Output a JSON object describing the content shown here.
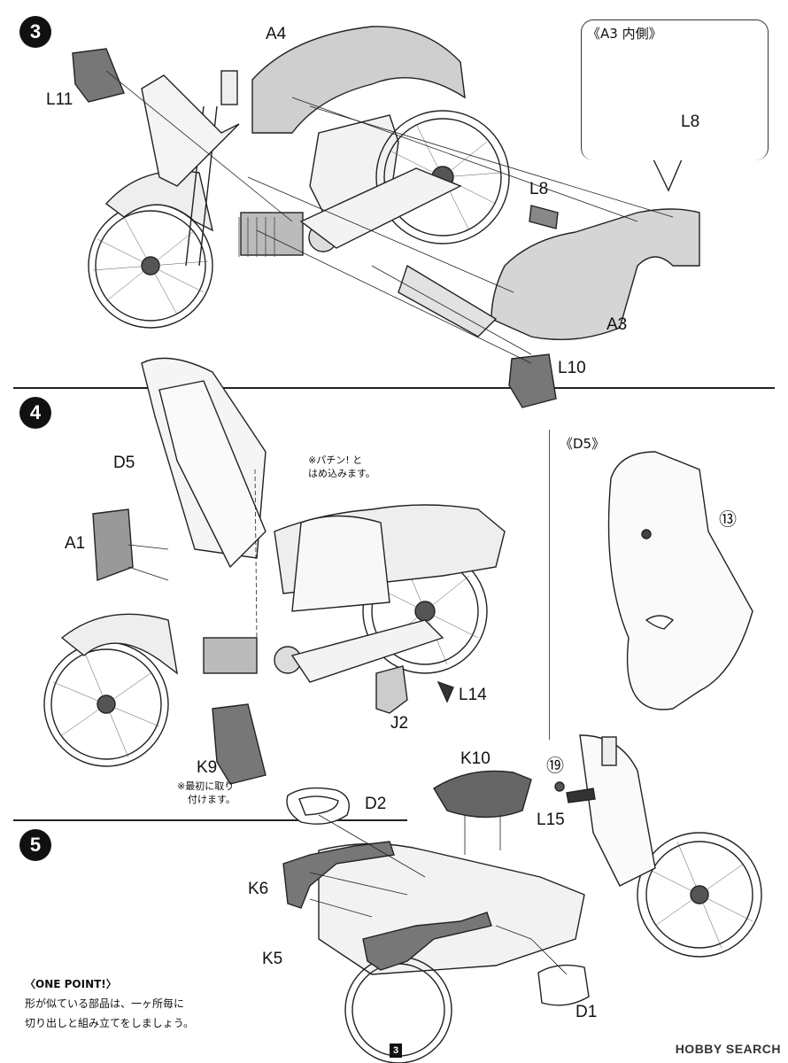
{
  "steps": {
    "s3": "3",
    "s4": "4",
    "s5": "5"
  },
  "step3": {
    "labels": {
      "a4": "A4",
      "l11": "L11",
      "l8": "L8",
      "a3": "A3",
      "l10": "L10"
    },
    "inset": {
      "title": "《A3 内側》",
      "label": "L8"
    }
  },
  "step4": {
    "labels": {
      "d5": "D5",
      "a1": "A1",
      "l14": "L14",
      "j2": "J2",
      "k9": "K9"
    },
    "note_snap": [
      "※パチン! と",
      "はめ込みます。"
    ],
    "note_k9": [
      "※最初に取り",
      "付けます。"
    ],
    "inset": {
      "title": "《D5》",
      "circle_num": "⑬"
    }
  },
  "step5": {
    "labels": {
      "k10": "K10",
      "d2": "D2",
      "k6": "K6",
      "l15": "L15",
      "k5": "K5",
      "d1": "D1"
    },
    "circle_num": "⑲"
  },
  "one_point": {
    "heading": "〈ONE POINT!〉",
    "lines": [
      "形が似ている部品は、一ヶ所毎に",
      "切り出しと組み立てをしましょう。"
    ]
  },
  "page_number": "3",
  "watermark": "HOBBY SEARCH"
}
